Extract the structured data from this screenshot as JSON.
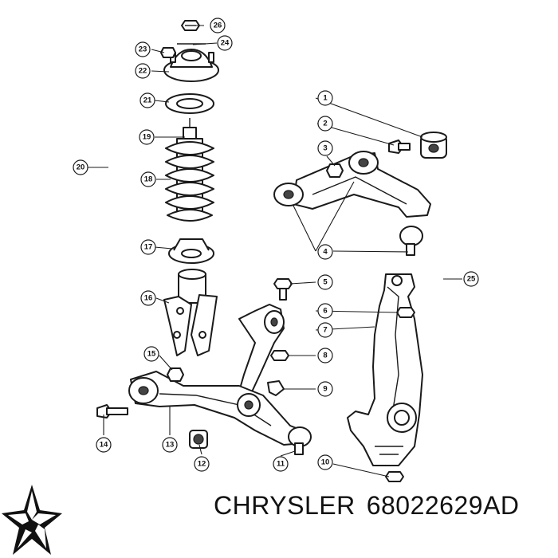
{
  "footer": {
    "brand": "CHRYSLER",
    "part_number": "68022629AD"
  },
  "logo_icon": "pentastar-logo-icon",
  "callouts": [
    "1",
    "2",
    "3",
    "4",
    "5",
    "6",
    "7",
    "8",
    "9",
    "10",
    "11",
    "12",
    "13",
    "14",
    "15",
    "16",
    "17",
    "18",
    "19",
    "20",
    "21",
    "22",
    "23",
    "24",
    "25",
    "26"
  ]
}
